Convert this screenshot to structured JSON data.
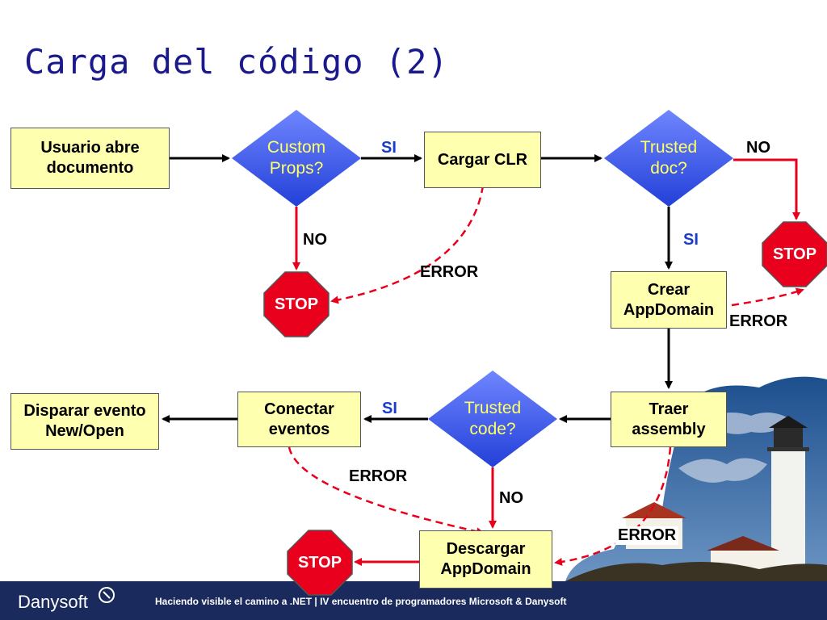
{
  "title": "Carga del código (2)",
  "nodes": {
    "usuario": "Usuario abre documento",
    "custom_props": "Custom Props?",
    "cargar_clr": "Cargar CLR",
    "trusted_doc": "Trusted doc?",
    "crear_appdomain": "Crear AppDomain",
    "traer_assembly": "Traer assembly",
    "trusted_code": "Trusted code?",
    "conectar_eventos": "Conectar eventos",
    "disparar_evento": "Disparar evento New/Open",
    "descargar_appdomain": "Descargar AppDomain",
    "stop": "STOP"
  },
  "labels": {
    "si": "SI",
    "no": "NO",
    "error": "ERROR"
  },
  "footer": {
    "logo": "Danysoft",
    "tagline": "Haciendo visible el camino a .NET | IV encuentro de programadores Microsoft & Danysoft"
  },
  "colors": {
    "title": "#1a1a8c",
    "box_fill": "#ffffb0",
    "diamond": "#3355ee",
    "stop": "#e8001c",
    "arrow_red": "#e8001c",
    "arrow_black": "#000000",
    "footer": "#1a2a5c"
  }
}
